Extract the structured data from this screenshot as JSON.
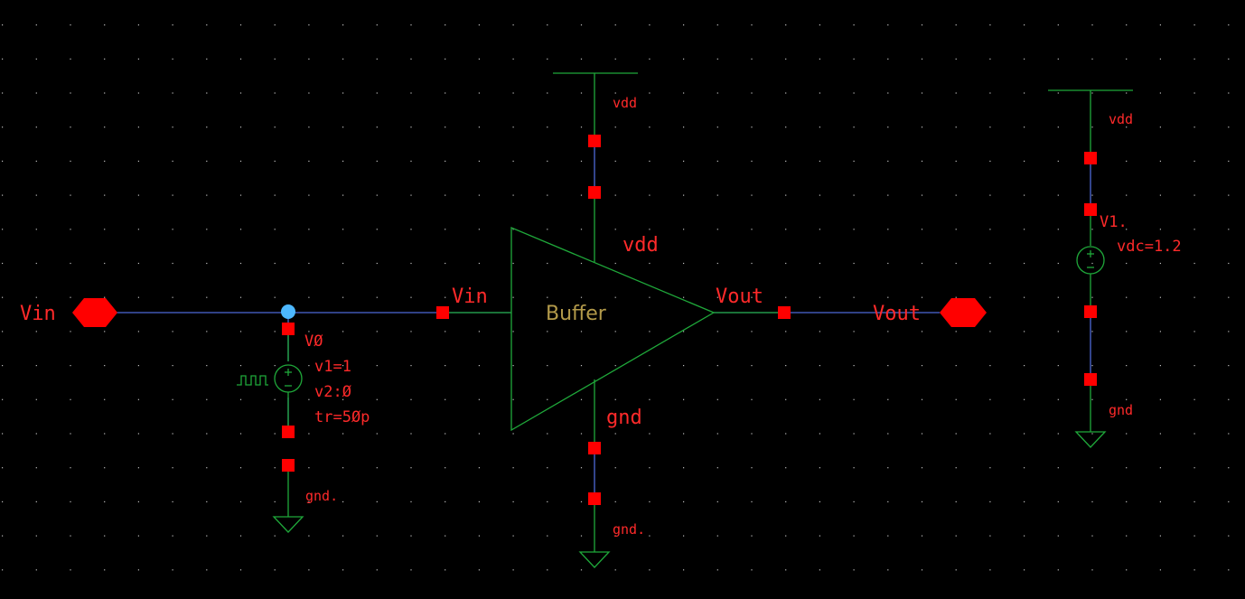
{
  "colors": {
    "background": "#000000",
    "grid_dot": "#bfbfbf",
    "wire": "#4d68d6",
    "symbol": "#1fa83a",
    "pin": "#ff0000",
    "label": "#ff2a2a",
    "cell_name": "#b39a4a",
    "junction": "#4db8ff"
  },
  "pins": {
    "input": "Vin",
    "output": "Vout"
  },
  "buffer": {
    "name": "Buffer",
    "in_pin": "Vin",
    "out_pin": "Vout",
    "vdd_pin": "vdd",
    "gnd_pin": "gnd",
    "vdd_net": "vdd",
    "gnd_net": "gnd."
  },
  "source_v0": {
    "name": "VØ",
    "params": [
      "v1=1",
      "v2:Ø",
      "tr=5Øp"
    ],
    "gnd_net": "gnd.",
    "icon": "pulse-source-icon"
  },
  "source_v1": {
    "name": "V1.",
    "param": "vdc=1.2",
    "vdd_net": "vdd",
    "gnd_net": "gnd",
    "icon": "dc-source-icon"
  }
}
